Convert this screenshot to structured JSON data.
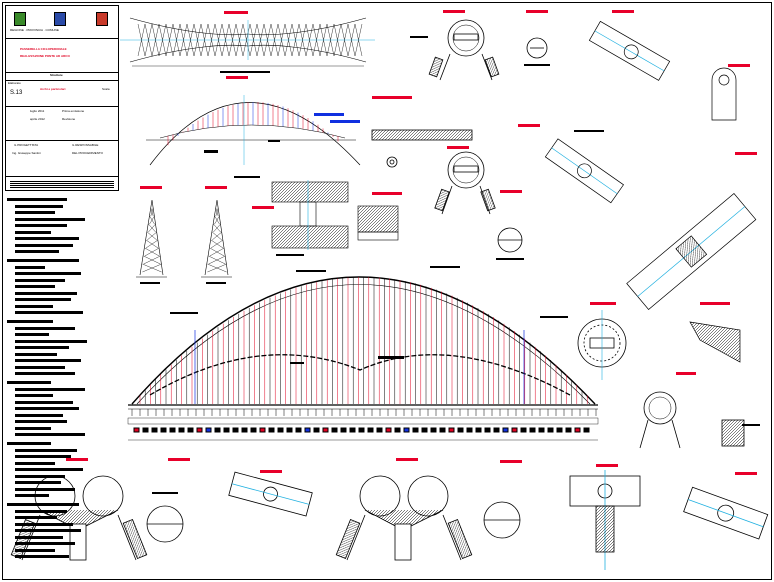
{
  "title_block": {
    "logos": [
      "region-crest-green",
      "province-crest-blue",
      "town-crest-red"
    ],
    "client_heading": "REGIONE · PROVINCIA · COMUNE",
    "project_title": "PASSERELLA CICLOPEDONALE",
    "project_subtitle": "REALIZZAZIONE PONTE AD ARCO",
    "section_label": "Strutture",
    "drawing_label": "Elaborato",
    "drawing_number": "S.13",
    "drawing_title": "Archi e particolari",
    "scale_label": "Scala",
    "revisions": [
      {
        "rev": "00",
        "date": "luglio 2011",
        "desc": "Prima emissione"
      },
      {
        "rev": "01",
        "date": "aprile 2012",
        "desc": "Revisione"
      }
    ],
    "designer_label": "IL PROGETTISTA",
    "designer_name": "Ing. Giuseppe Santini",
    "manager_label": "IL RESPONSABILE",
    "manager_name": "DEL PROCEDIMENTO"
  },
  "colors": {
    "line": "#000000",
    "label_red": "#e8002a",
    "cable_red": "#e00020",
    "cable_blue": "#1030e0",
    "axis_cyan": "#20b0e0",
    "bar_blue": "#2040ff"
  }
}
